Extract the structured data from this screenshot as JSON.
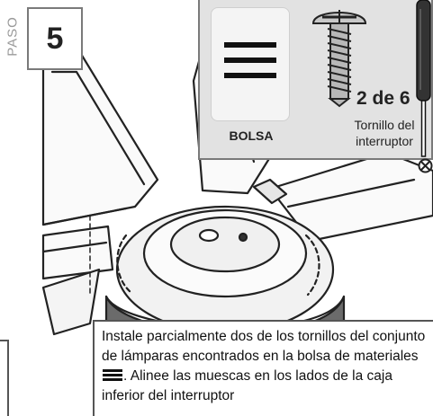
{
  "step": {
    "label": "PASO",
    "number": "5"
  },
  "parts": {
    "bag_label": "BOLSA",
    "screw_count": "2 de 6",
    "screw_name_line1": "Tornillo del",
    "screw_name_line2": "interruptor"
  },
  "instruction": {
    "part1": "Instale parcialmente dos de los tornillos del conjunto de lámparas encontrados en la bolsa de materiales",
    "part2": ". Alinee las muescas en los lados de la caja inferior del interruptor"
  },
  "icons": {
    "bag": "bag-icon",
    "screw": "screw-icon",
    "screwdriver": "screwdriver-icon",
    "phillips": "phillips-icon"
  },
  "colors": {
    "panel_bg": "#e2e2e2",
    "border": "#7a7a7a",
    "screwdriver_handle": "#333333"
  }
}
